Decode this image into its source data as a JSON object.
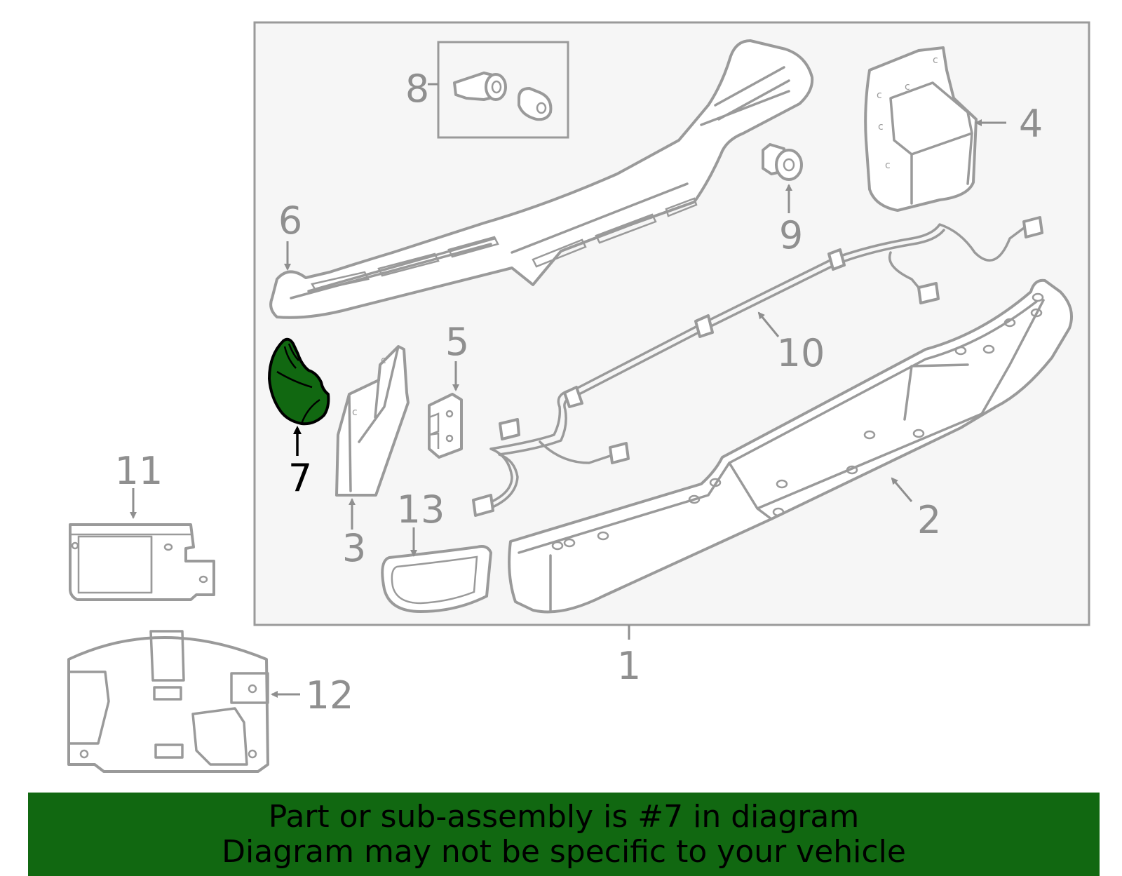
{
  "callouts": {
    "c1": "1",
    "c2": "2",
    "c3": "3",
    "c4": "4",
    "c5": "5",
    "c6": "6",
    "c7": "7",
    "c8": "8",
    "c9": "9",
    "c10": "10",
    "c11": "11",
    "c12": "12",
    "c13": "13"
  },
  "highlight": {
    "part": "7",
    "color": "#116811"
  },
  "banner": {
    "line1": "Part or sub-assembly is #7 in diagram",
    "line2": "Diagram may not be specific to your vehicle",
    "background": "#116811"
  }
}
